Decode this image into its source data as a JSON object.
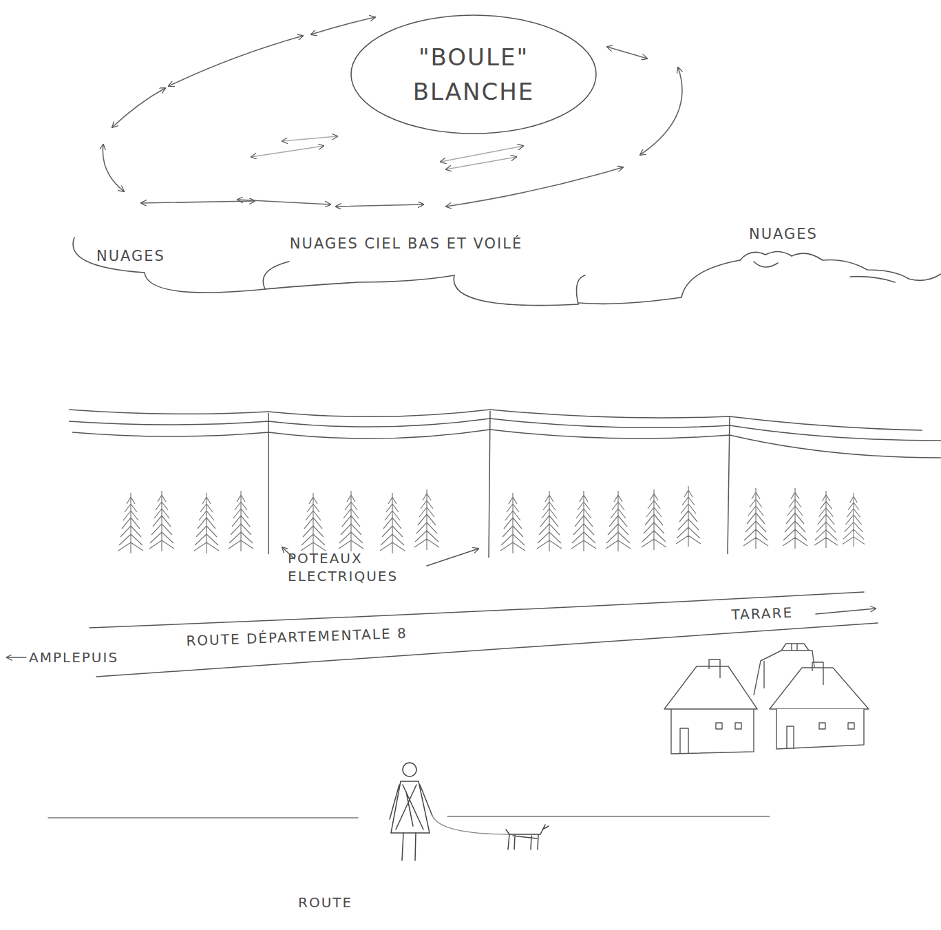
{
  "diagram": {
    "nodes": [
      {
        "text": [
          "\"BOULE\" BLANCHE"
        ]
      },
      {
        "text": [
          "NUAGES",
          "NUAGES CIEL BAS ET VOILÉ",
          "NUAGES"
        ]
      }
    ],
    "labels": [
      "POTEAUX ELECTRIQUES",
      "AMPLEPUIS",
      "ROUTE DÉPARTEMENTALE 8",
      "TARARE",
      "ROUTE"
    ]
  }
}
